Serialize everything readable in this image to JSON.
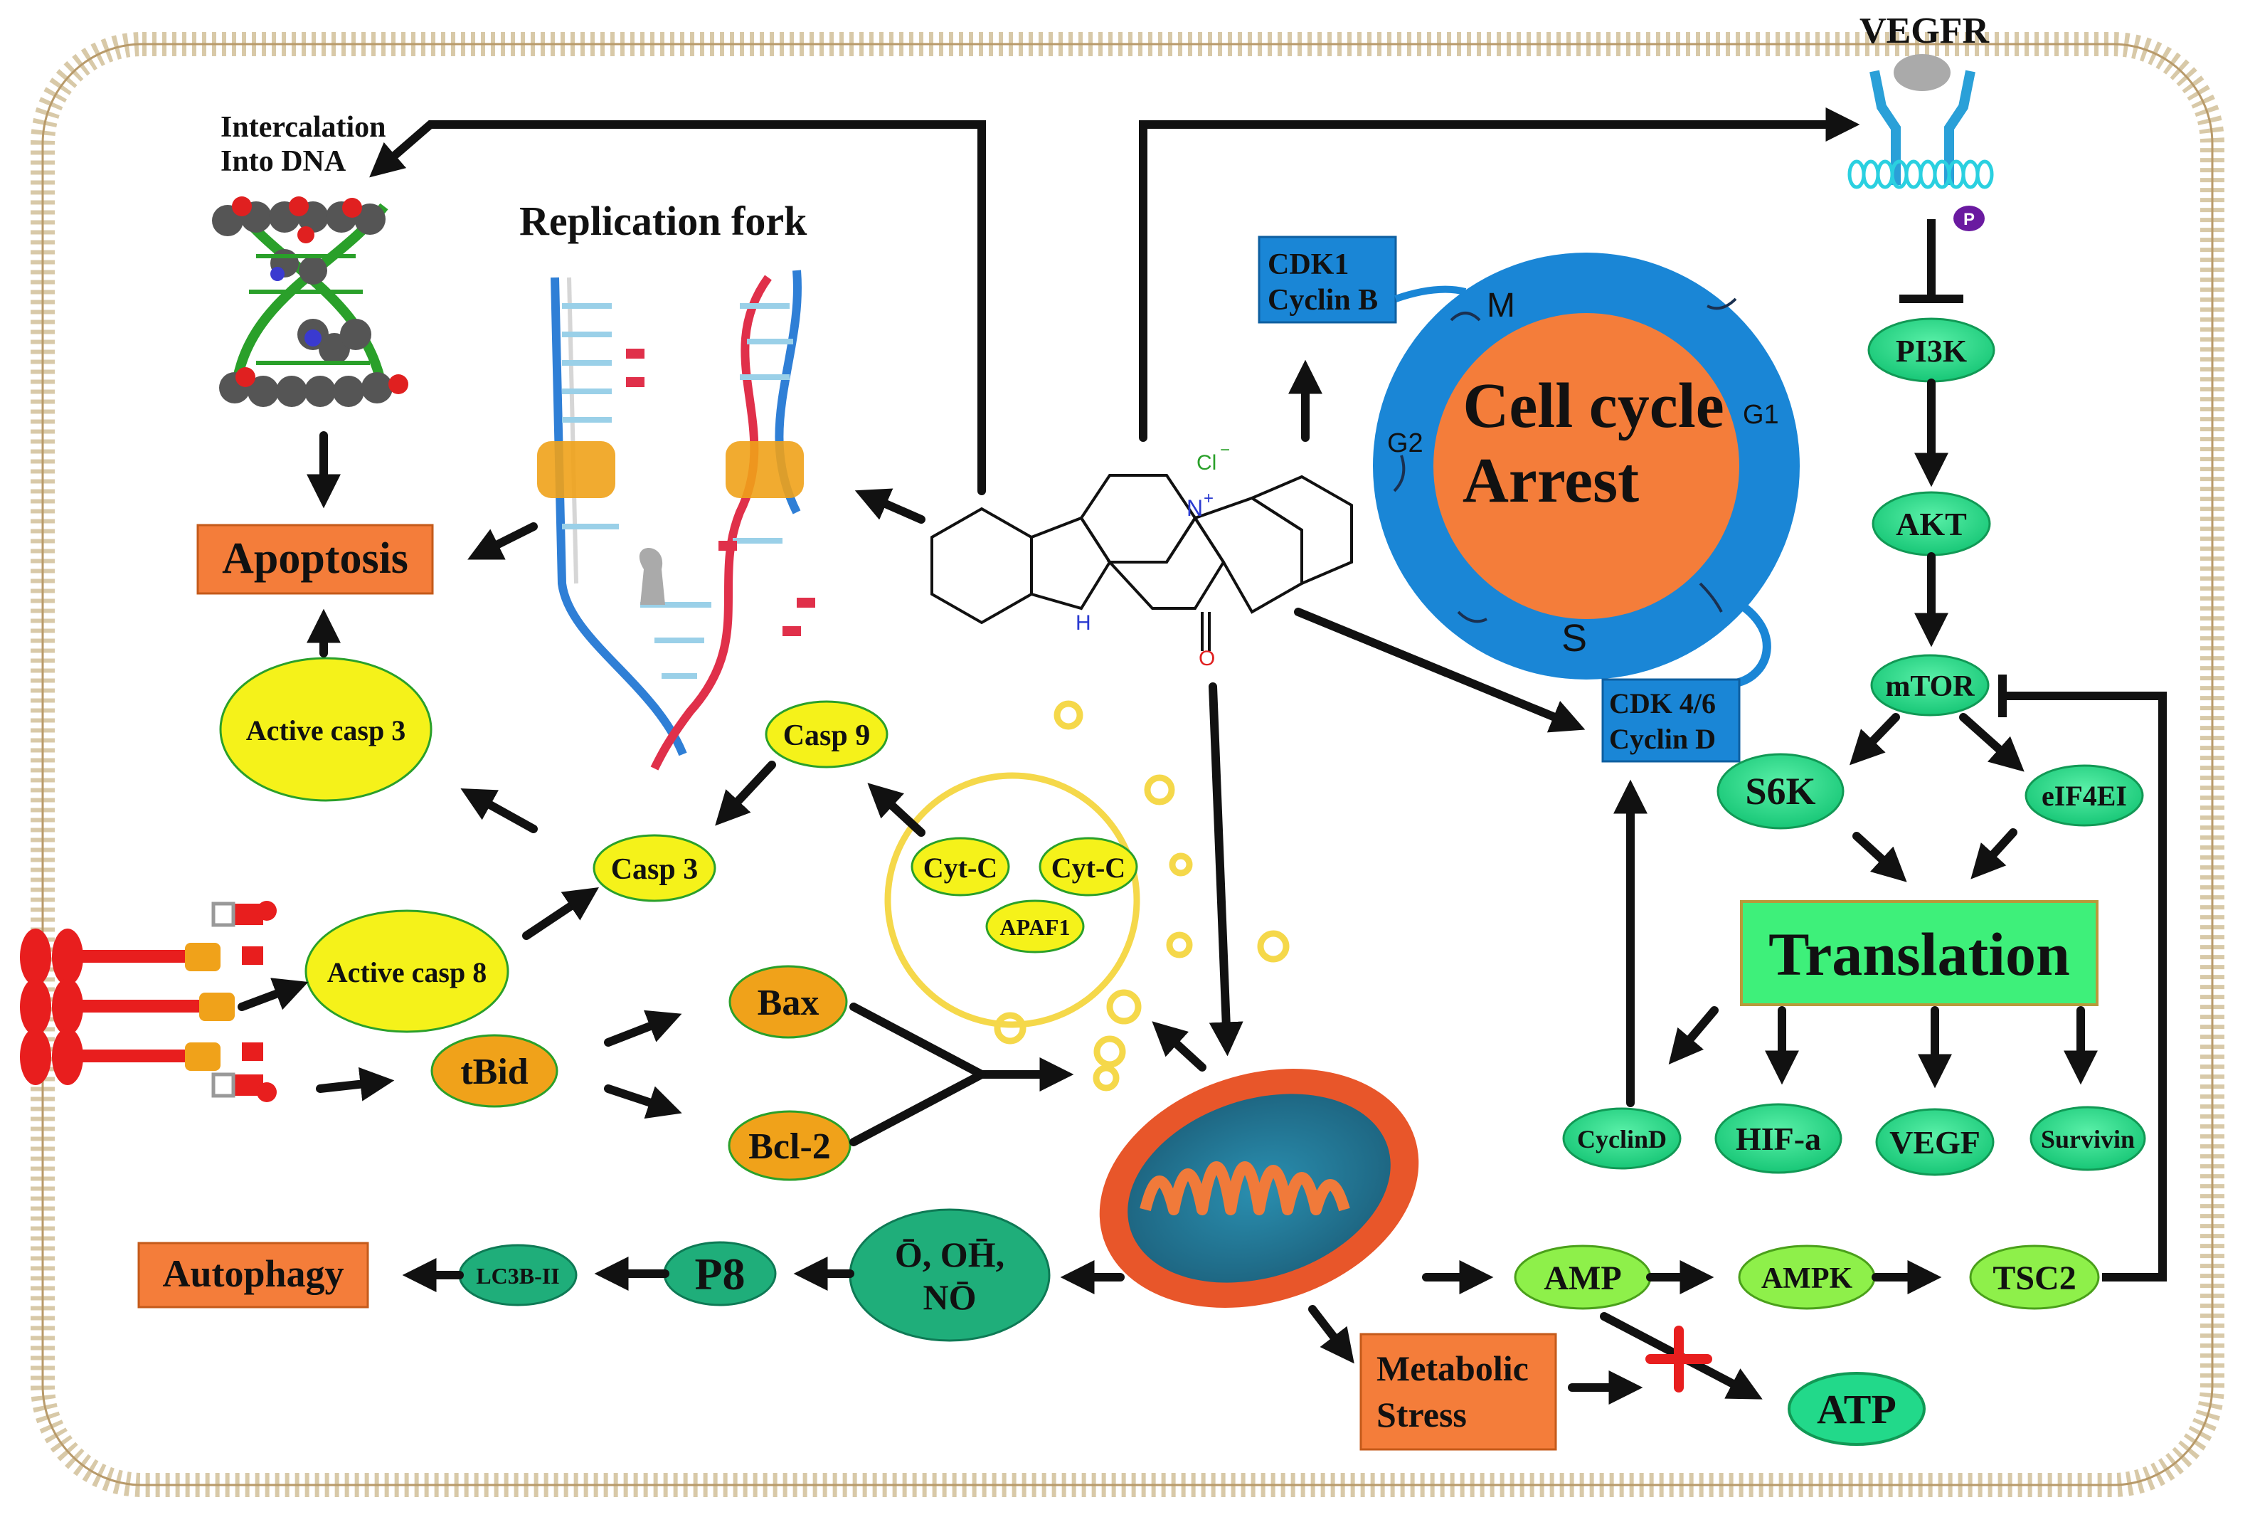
{
  "labels": {
    "intercalation_line1": "Intercalation",
    "intercalation_line2": "Into DNA",
    "replication_fork": "Replication fork",
    "apoptosis": "Apoptosis",
    "active_casp3": "Active casp 3",
    "casp9": "Casp 9",
    "casp3": "Casp 3",
    "active_casp8": "Active casp 8",
    "tbid": "tBid",
    "bax": "Bax",
    "bcl2": "Bcl-2",
    "cytc1": "Cyt-C",
    "cytc2": "Cyt-C",
    "apaf1": "APAF1",
    "cdk1_line1": "CDK1",
    "cdk1_line2": "Cyclin B",
    "cdk46_line1": "CDK 4/6",
    "cdk46_line2": "Cyclin D",
    "cell_cycle_line1": "Cell cycle",
    "cell_cycle_line2": "Arrest",
    "phase_m": "M",
    "phase_g1": "G1",
    "phase_g2": "G2",
    "phase_s": "S",
    "vegfr": "VEGFR",
    "phospho": "P",
    "pi3k": "PI3K",
    "akt": "AKT",
    "mtor": "mTOR",
    "s6k": "S6K",
    "eif4ei": "eIF4EI",
    "translation": "Translation",
    "cyclind": "CyclinD",
    "hifa": "HIF-a",
    "vegf": "VEGF",
    "survivin": "Survivin",
    "autophagy": "Autophagy",
    "lc3b": "LC3B-II",
    "p8": "P8",
    "ros_line1": "Ō, OH̄,",
    "ros_line2": "NŌ",
    "amp": "AMP",
    "ampk": "AMPK",
    "tsc2": "TSC2",
    "metabolic_line1": "Metabolic",
    "metabolic_line2": "Stress",
    "atp": "ATP",
    "mol_cl": "Cl",
    "mol_cl_charge": "−",
    "mol_n_plus": "+",
    "mol_n": "N",
    "mol_nh": "H",
    "mol_o": "O"
  },
  "colors": {
    "membrane": "#c9b58f",
    "apoptosis_box": "#f47d3a",
    "yellow_node": "#f5f21a",
    "orange_node": "#f0a21a",
    "blue_box": "#1a86d6",
    "cell_cycle_ring": "#1a86d6",
    "cell_cycle_core": "#f47d3a",
    "green_node": "#22d98a",
    "dark_green_node": "#1fae7a",
    "lime_node": "#8ef04a",
    "translation_box": "#3ef07a",
    "mito_outer": "#e8562a",
    "inhibit_cross": "#e81e1e"
  }
}
